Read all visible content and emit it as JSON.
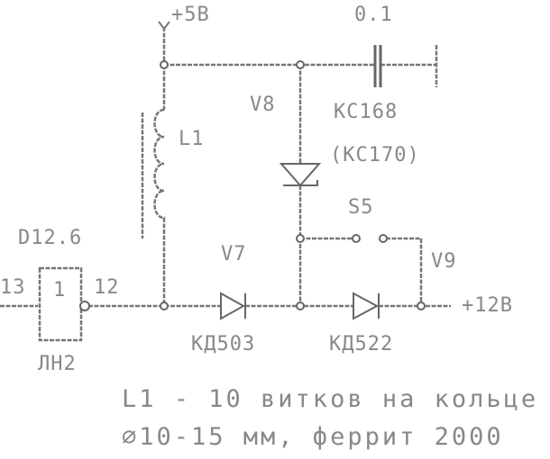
{
  "labels": {
    "vcc": "+5В",
    "cap_value": "0.1",
    "v8": "V8",
    "v8_type": "КС168",
    "v8_alt": "(КС170)",
    "l1": "L1",
    "s5": "S5",
    "gate_ref": "D12.6",
    "pin_in": "13",
    "gate_sym": "1",
    "pin_out": "12",
    "gate_type": "ЛН2",
    "v7": "V7",
    "v7_type": "КД503",
    "v9": "V9",
    "v9_type": "КД522",
    "out": "+12В"
  },
  "note": {
    "line1": "L1 - 10 витков на кольце",
    "line2": "⌀10-15 мм, феррит 2000"
  }
}
